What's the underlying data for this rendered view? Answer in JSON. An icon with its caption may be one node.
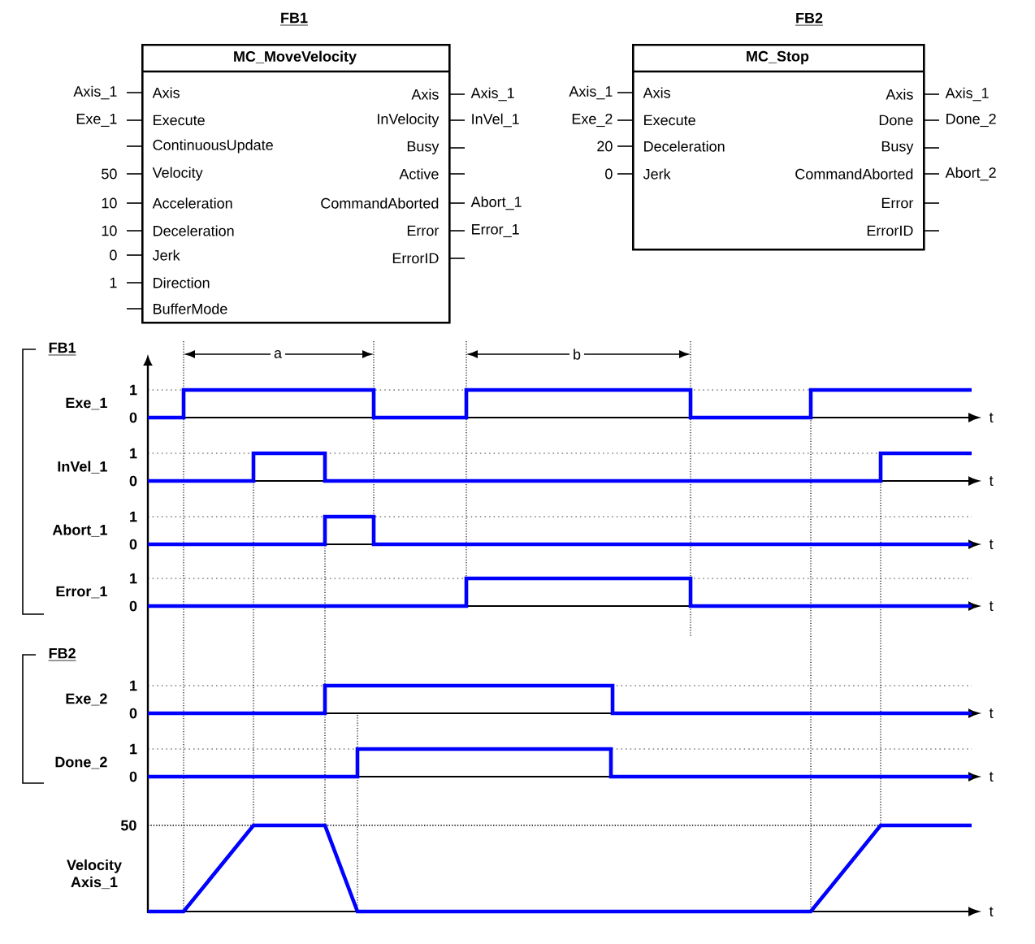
{
  "diagram": {
    "nodes": [
      {
        "text": [
          "FB1",
          "MC_MoveVelocity",
          "Axis",
          "Execute",
          "ContinuousUpdate",
          "Velocity",
          "Acceleration",
          "Deceleration",
          "Jerk",
          "Direction",
          "BufferMode",
          "Axis",
          "InVelocity",
          "Busy",
          "Active",
          "CommandAborted",
          "Error",
          "ErrorID"
        ]
      },
      {
        "text": [
          "FB2",
          "MC_Stop",
          "Axis",
          "Execute",
          "Deceleration",
          "Jerk",
          "Axis",
          "Done",
          "Busy",
          "CommandAborted",
          "Error",
          "ErrorID"
        ]
      }
    ],
    "labels": [
      "Axis_1",
      "Exe_1",
      "50",
      "10",
      "10",
      "0",
      "1",
      "Axis_1",
      "InVel_1",
      "Abort_1",
      "Error_1",
      "Axis_1",
      "Exe_2",
      "20",
      "0",
      "Axis_1",
      "Done_2",
      "Abort_2",
      "FB1",
      "a",
      "b",
      "Exe_1",
      "1",
      "0",
      "t",
      "InVel_1",
      "1",
      "0",
      "t",
      "Abort_1",
      "1",
      "0",
      "t",
      "Error_1",
      "1",
      "0",
      "t",
      "FB2",
      "Exe_2",
      "1",
      "0",
      "t",
      "Done_2",
      "1",
      "0",
      "t",
      "50",
      "Velocity Axis_1",
      "t"
    ]
  }
}
